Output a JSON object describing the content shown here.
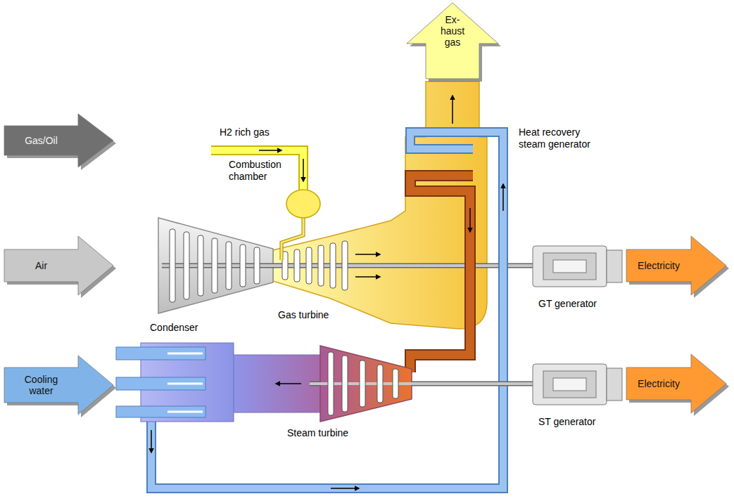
{
  "diagram": {
    "nodes": [
      {
        "text": [
          "Ex- haust gas"
        ]
      },
      {
        "text": [
          "Gas/Oil"
        ]
      },
      {
        "text": [
          "Air"
        ]
      },
      {
        "text": [
          "Electricity"
        ]
      },
      {
        "text": [
          "Cooling water"
        ]
      },
      {
        "text": [
          "Electricity"
        ]
      }
    ],
    "labels": [
      "H2 rich gas",
      "Heat recovery steam generator",
      "Combustion chamber",
      "Gas turbine",
      "GT generator",
      "Condenser",
      "Steam turbine",
      "ST generator"
    ]
  }
}
